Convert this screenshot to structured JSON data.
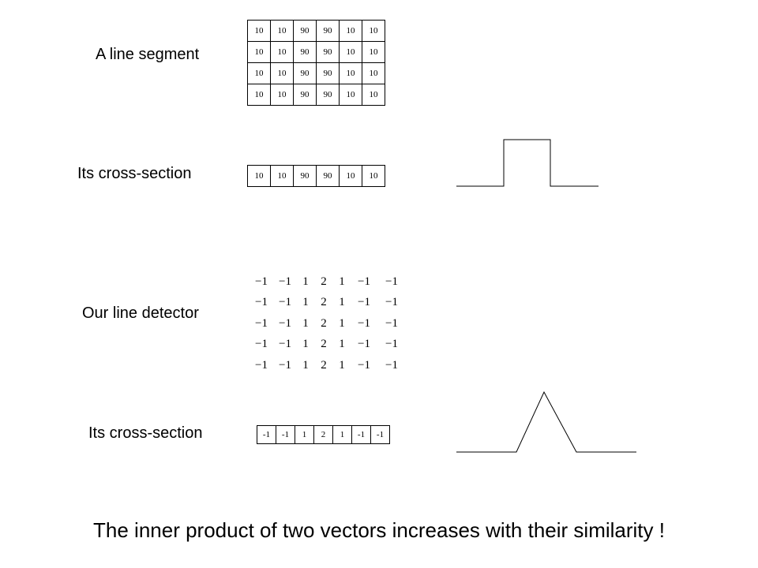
{
  "labels": {
    "line_segment": "A line segment",
    "cross_section_1": "Its cross-section",
    "line_detector": "Our line detector",
    "cross_section_2": "Its cross-section"
  },
  "segment_rows": [
    [
      "10",
      "10",
      "90",
      "90",
      "10",
      "10"
    ],
    [
      "10",
      "10",
      "90",
      "90",
      "10",
      "10"
    ],
    [
      "10",
      "10",
      "90",
      "90",
      "10",
      "10"
    ],
    [
      "10",
      "10",
      "90",
      "90",
      "10",
      "10"
    ]
  ],
  "segment_cross_section": [
    "10",
    "10",
    "90",
    "90",
    "10",
    "10"
  ],
  "detector_rows": [
    [
      "−1",
      "−1",
      "1",
      "2",
      "1",
      "−1",
      "−1"
    ],
    [
      "−1",
      "−1",
      "1",
      "2",
      "1",
      "−1",
      "−1"
    ],
    [
      "−1",
      "−1",
      "1",
      "2",
      "1",
      "−1",
      "−1"
    ],
    [
      "−1",
      "−1",
      "1",
      "2",
      "1",
      "−1",
      "−1"
    ],
    [
      "−1",
      "−1",
      "1",
      "2",
      "1",
      "−1",
      "−1"
    ]
  ],
  "detector_cross_section": [
    "-1",
    "-1",
    "1",
    "2",
    "1",
    "-1",
    "-1"
  ],
  "caption": "The inner product of two vectors increases with their similarity !"
}
